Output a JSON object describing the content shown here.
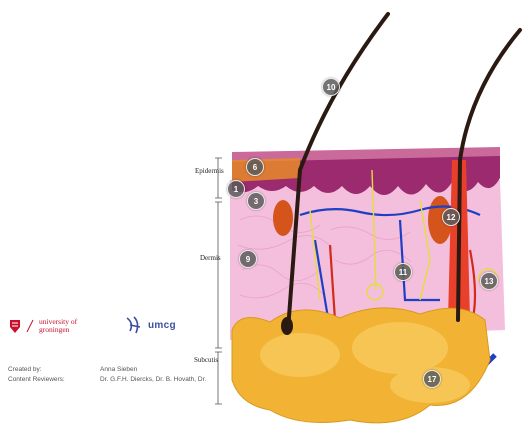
{
  "layer_labels": {
    "epidermis": "Epidermis",
    "dermis": "Dermis",
    "subcutis": "Subcutis"
  },
  "hotspots": [
    {
      "number": "10"
    },
    {
      "number": "6"
    },
    {
      "number": "1"
    },
    {
      "number": "3"
    },
    {
      "number": "12"
    },
    {
      "number": "9"
    },
    {
      "number": "11"
    },
    {
      "number": "13"
    },
    {
      "number": "17"
    }
  ],
  "credits": {
    "org1_line1": "university of",
    "org1_line2": "groningen",
    "org2": "umcg",
    "created_by_label": "Created by:",
    "created_by_value": "Anna Sieben",
    "reviewers_label": "Content Reviewers:",
    "reviewers_value": "Dr. G.F.H. Diercks, Dr. B. Hovath, Dr."
  },
  "colors": {
    "epidermis": "#9b2a6e",
    "dermis": "#f2b9d9",
    "fat": "#f2b233",
    "hair": "#2a1a12",
    "artery": "#d42a1a",
    "vein": "#1e3fc4",
    "brand_rug": "#c8102e",
    "brand_umcg": "#3d4f9f"
  }
}
